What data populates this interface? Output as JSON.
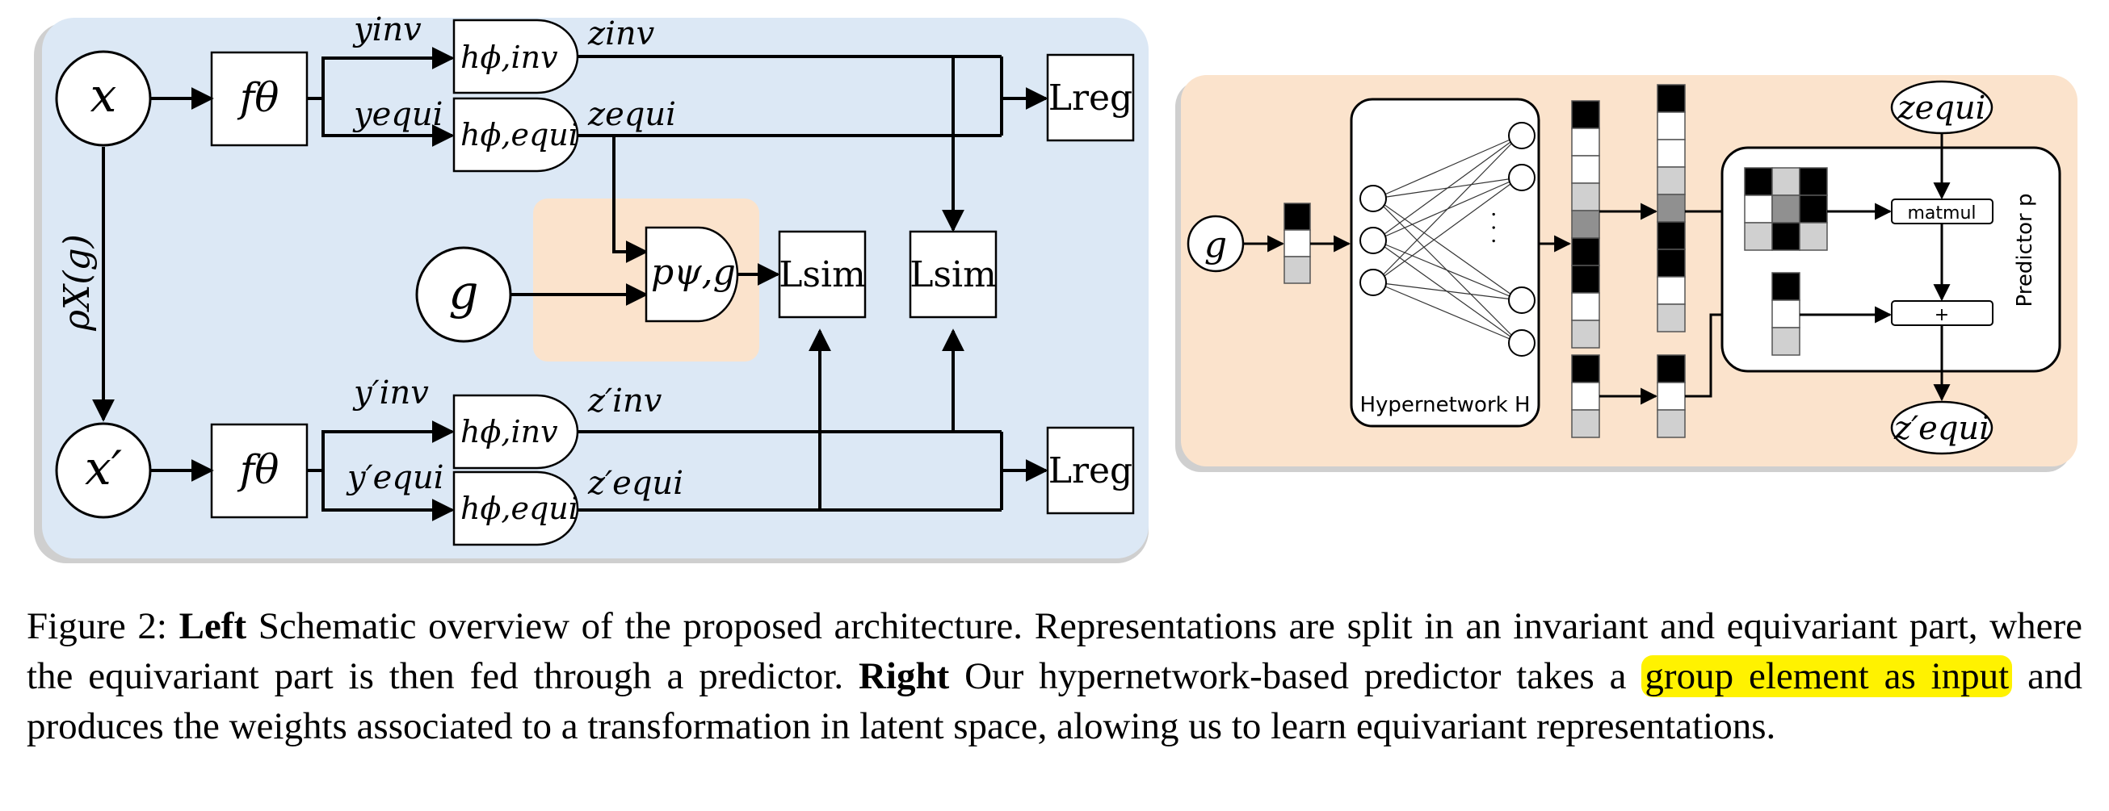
{
  "figure": {
    "left": {
      "input_x": "x",
      "input_x_prime": "x′",
      "group_action": "ρX(g)",
      "encoder": "fθ",
      "g_node": "g",
      "y_inv": "yinv",
      "y_equi": "yequi",
      "y_inv_prime": "y′inv",
      "y_equi_prime": "y′equi",
      "z_inv": "zinv",
      "z_equi": "zequi",
      "z_inv_prime": "z′inv",
      "z_equi_prime": "z′equi",
      "h_inv": "hϕ,inv",
      "h_equi": "hϕ,equi",
      "predictor": "pψ,g",
      "loss_reg": "Lreg",
      "loss_sim": "Lsim"
    },
    "right": {
      "g_node": "g",
      "hypernetwork_label": "Hypernetwork H",
      "z_equi": "zequi",
      "z_equi_prime": "z′equi",
      "matmul": "matmul",
      "plus": "+",
      "predictor_label": "Predictor p",
      "ellipsis": ". . ."
    },
    "colors": {
      "left_panel": "#dce8f5",
      "right_panel": "#fbe3cc",
      "predictor_box": "#fbe3cc",
      "highlight": "#fff200"
    }
  },
  "caption": {
    "prefix": "Figure 2: ",
    "left_bold": "Left",
    "left_text": " Schematic overview of the proposed architecture. Representations are split in an invariant and equivariant part, where the equivariant part is then fed through a predictor. ",
    "right_bold": "Right",
    "right_text_1": " Our hypernetwork-based predictor takes a ",
    "highlight": "group element as input",
    "right_text_2": " and produces the weights associated to a transformation in latent space, alowing us to learn equivariant representations."
  }
}
